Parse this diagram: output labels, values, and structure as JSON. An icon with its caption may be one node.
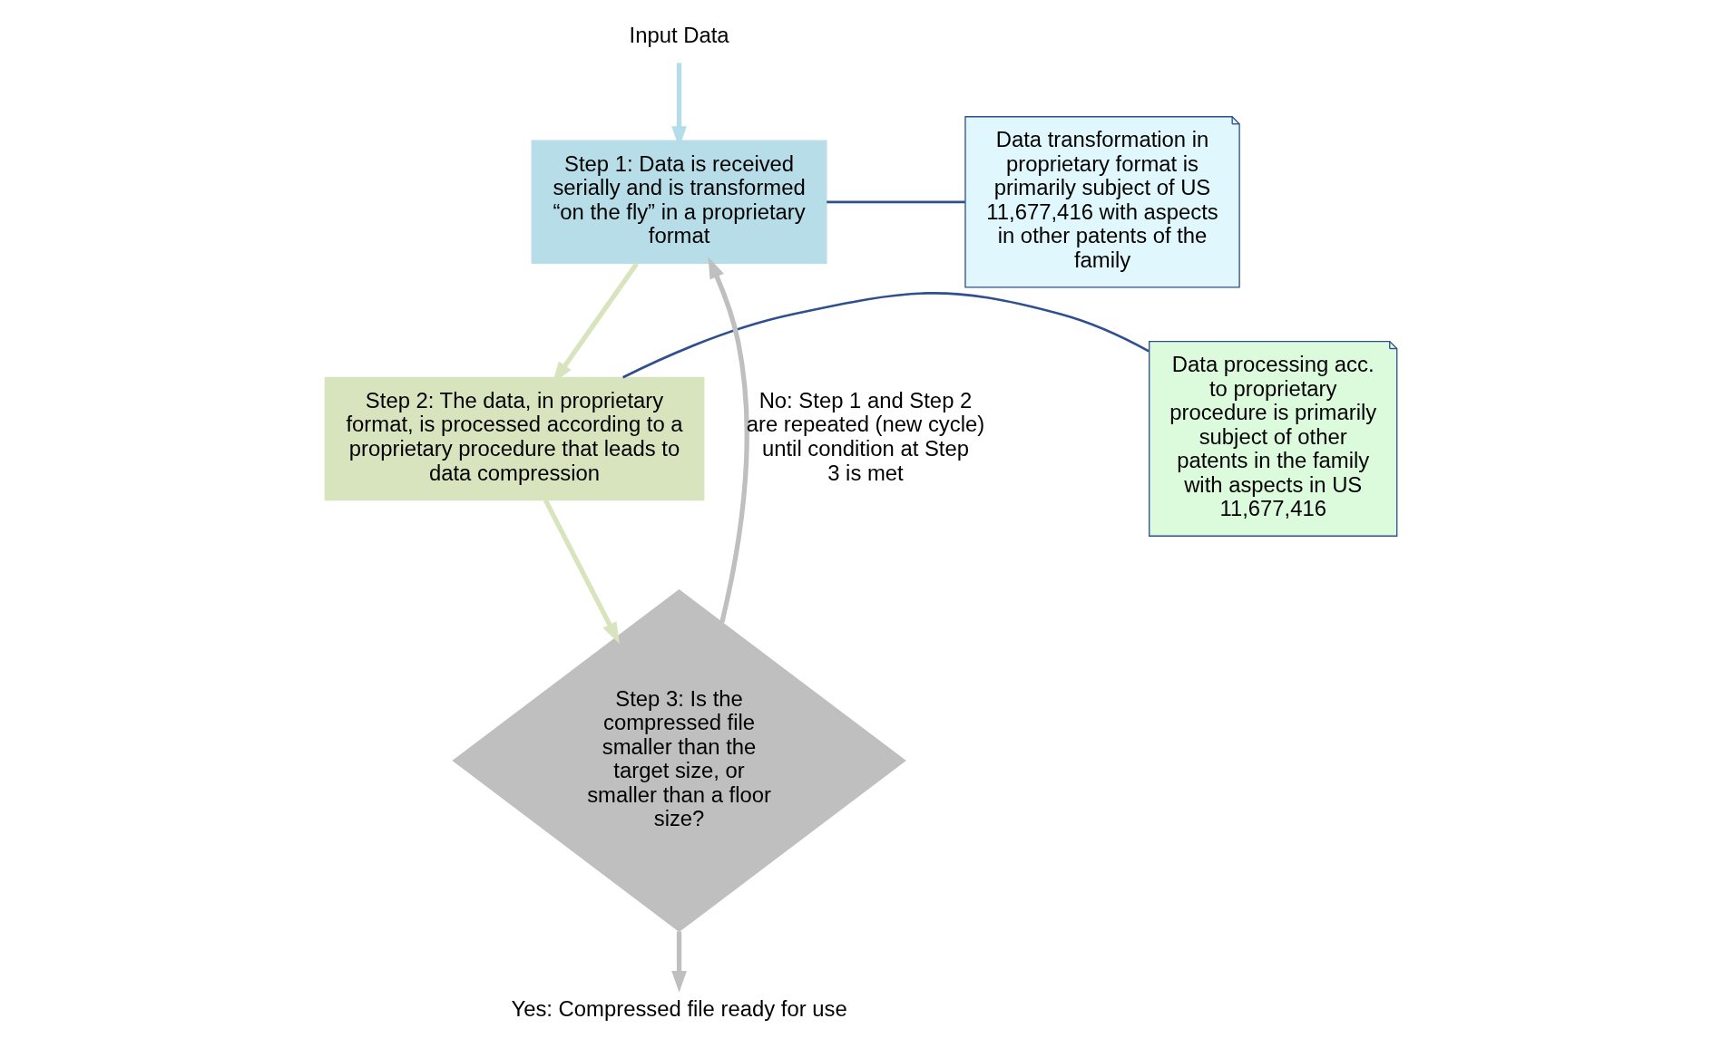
{
  "diagram": {
    "nodes": [
      {
        "text": [
          "Input Data"
        ]
      },
      {
        "text": [
          "Data transformation in proprietary format is primarily subject of US 11,677,416 with aspects in other patents of the family"
        ]
      },
      {
        "text": [
          "Step 1: Data is received serially and is transformed “on the fly” in a proprietary format"
        ]
      },
      {
        "text": [
          "Data processing acc. to proprietary procedure is primarily subject of other patents in the family with aspects in US 11,677,416"
        ]
      },
      {
        "text": [
          "Step 2: The data, in proprietary format, is processed according to a proprietary procedure that leads to data compression"
        ]
      },
      {
        "text": [
          "Step 3: Is the compressed file smaller than the target size, or smaller than a floor size?"
        ]
      },
      {
        "text": [
          "Yes: Compressed file ready for use"
        ]
      }
    ],
    "edges": [
      {
        "from": 0,
        "to": 2,
        "arrow": "to",
        "color": "#b4dde9"
      },
      {
        "from": 1,
        "to": 2,
        "arrow": "none",
        "color": "#2f4f8f"
      },
      {
        "from": 2,
        "to": 4,
        "arrow": "to",
        "color": "#d7e4bd"
      },
      {
        "from": 3,
        "to": 4,
        "arrow": "none",
        "color": "#2f4f8f"
      },
      {
        "from": 4,
        "to": 5,
        "arrow": "to",
        "color": "#d7e4bd"
      },
      {
        "from": 5,
        "to": 6,
        "arrow": "to",
        "color": "#bfbfbf"
      },
      {
        "from": 5,
        "to": 2,
        "arrow": "to",
        "label": "No: Step 1 and Step 2 are repeated (new cycle) until condition at Step 3 is met",
        "color": "#bfbfbf"
      }
    ]
  }
}
